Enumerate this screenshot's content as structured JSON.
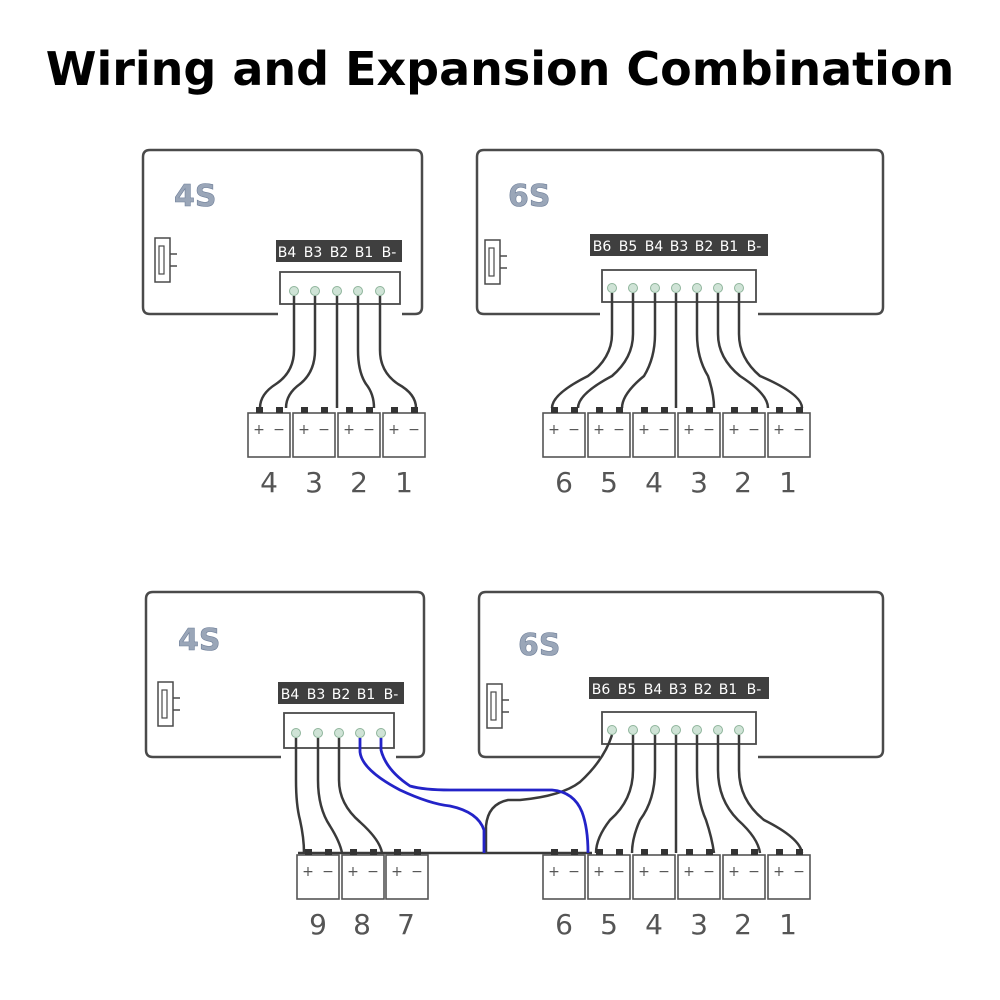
{
  "title": "Wiring and Expansion Combination",
  "colors": {
    "outline": "#4a4a4a",
    "label_bg": "#3f3f3f",
    "label_text": "#ffffff",
    "model_text": "#9aa6b8",
    "wire": "#3a3a3a",
    "blue_wire": "#2323c8",
    "pin": "#cfe3d6",
    "cell_text": "#555555"
  },
  "diagrams": [
    {
      "boards": [
        {
          "model": "4S",
          "pins": [
            "B4",
            "B3",
            "B2",
            "B1",
            "B-"
          ]
        },
        {
          "model": "6S",
          "pins": [
            "B6",
            "B5",
            "B4",
            "B3",
            "B2",
            "B1",
            "B-"
          ]
        }
      ],
      "cells": [
        "4",
        "3",
        "2",
        "1",
        "6",
        "5",
        "4",
        "3",
        "2",
        "1"
      ]
    },
    {
      "boards": [
        {
          "model": "4S",
          "pins": [
            "B4",
            "B3",
            "B2",
            "B1",
            "B-"
          ]
        },
        {
          "model": "6S",
          "pins": [
            "B6",
            "B5",
            "B4",
            "B3",
            "B2",
            "B1",
            "B-"
          ]
        }
      ],
      "cells": [
        "9",
        "8",
        "7",
        "6",
        "5",
        "4",
        "3",
        "2",
        "1"
      ]
    }
  ],
  "cell_signs": {
    "plus": "+",
    "minus": "−"
  }
}
